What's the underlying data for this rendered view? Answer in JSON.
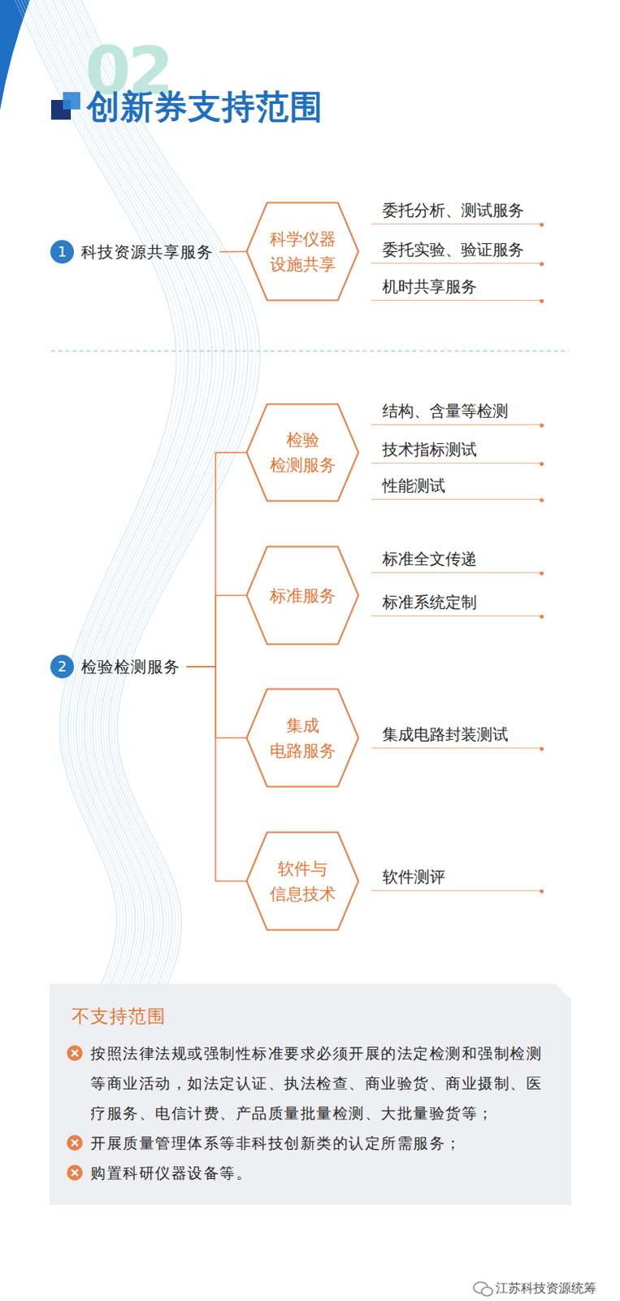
{
  "diagram": {
    "title": "创新券支持范围",
    "nodes": [
      {
        "text": [
          "1",
          "科技资源共享服务"
        ]
      },
      {
        "text": [
          "科学仪器 设施共享"
        ]
      },
      {
        "text": [
          "2",
          "检验检测服务"
        ]
      },
      {
        "text": [
          "检验 检测服务"
        ]
      },
      {
        "text": [
          "标准服务"
        ]
      },
      {
        "text": [
          "集成 电路服务"
        ]
      },
      {
        "text": [
          "软件与 信息技术"
        ]
      },
      {
        "text": [
          "不支持范围",
          "按照法律法规或强制性标准要求必须开展的法定检测和强制检测等商业活动，如法定认证、执法检查、商业验货、商业摄制、医疗服务、电信计费、产品质量批量检测、大批量验货等；",
          "开展质量管理体系等非科技创新类的认定所需服务；",
          "购置科研仪器设备等。"
        ]
      }
    ],
    "edges": [
      {
        "from": 0,
        "to": 1,
        "arrow": "none"
      },
      {
        "from": 2,
        "to": 3,
        "arrow": "none"
      },
      {
        "from": 2,
        "to": 4,
        "arrow": "none"
      },
      {
        "from": 2,
        "to": 5,
        "arrow": "none"
      },
      {
        "from": 2,
        "to": 6,
        "arrow": "none"
      }
    ],
    "labels": [
      "02",
      "委托分析、测试服务",
      "委托实验、验证服务",
      "机时共享服务",
      "结构、含量等检测",
      "技术指标测试",
      "性能测试",
      "标准全文传递",
      "标准系统定制",
      "集成电路封装测试",
      "软件测评",
      "江苏科技资源统筹"
    ]
  }
}
